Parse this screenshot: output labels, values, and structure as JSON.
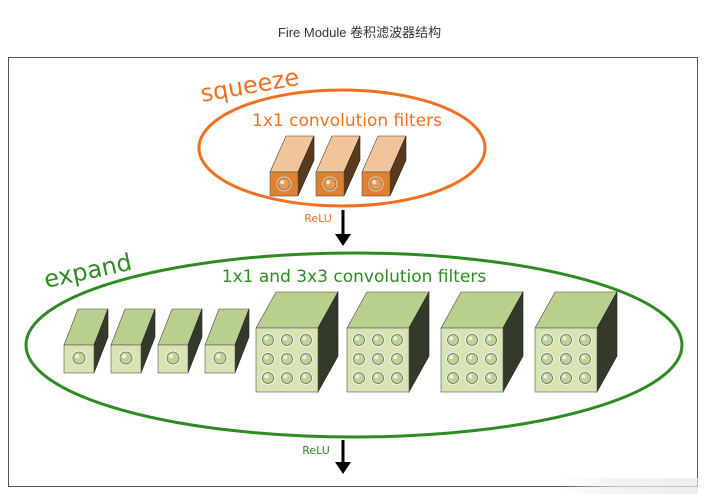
{
  "caption": "Fire Module 卷积滤波器结构",
  "squeeze": {
    "label": "squeeze",
    "filters_label": "1x1 convolution filters",
    "relu": "ReLU",
    "color": "#f07020",
    "filter_count": 3
  },
  "expand": {
    "label": "expand",
    "filters_label": "1x1 and 3x3 convolution filters",
    "relu": "ReLU",
    "color": "#2e8b22",
    "filter_1x1_count": 4,
    "filter_3x3_count": 4
  },
  "colors": {
    "squeeze_front": "#e0812f",
    "squeeze_side": "#5a3a1a",
    "squeeze_top": "#f2c49a",
    "expand_front": "#d6e5b3",
    "expand_side": "#343a2b",
    "expand_top": "#b8cf8e",
    "arrow": "#000000"
  }
}
